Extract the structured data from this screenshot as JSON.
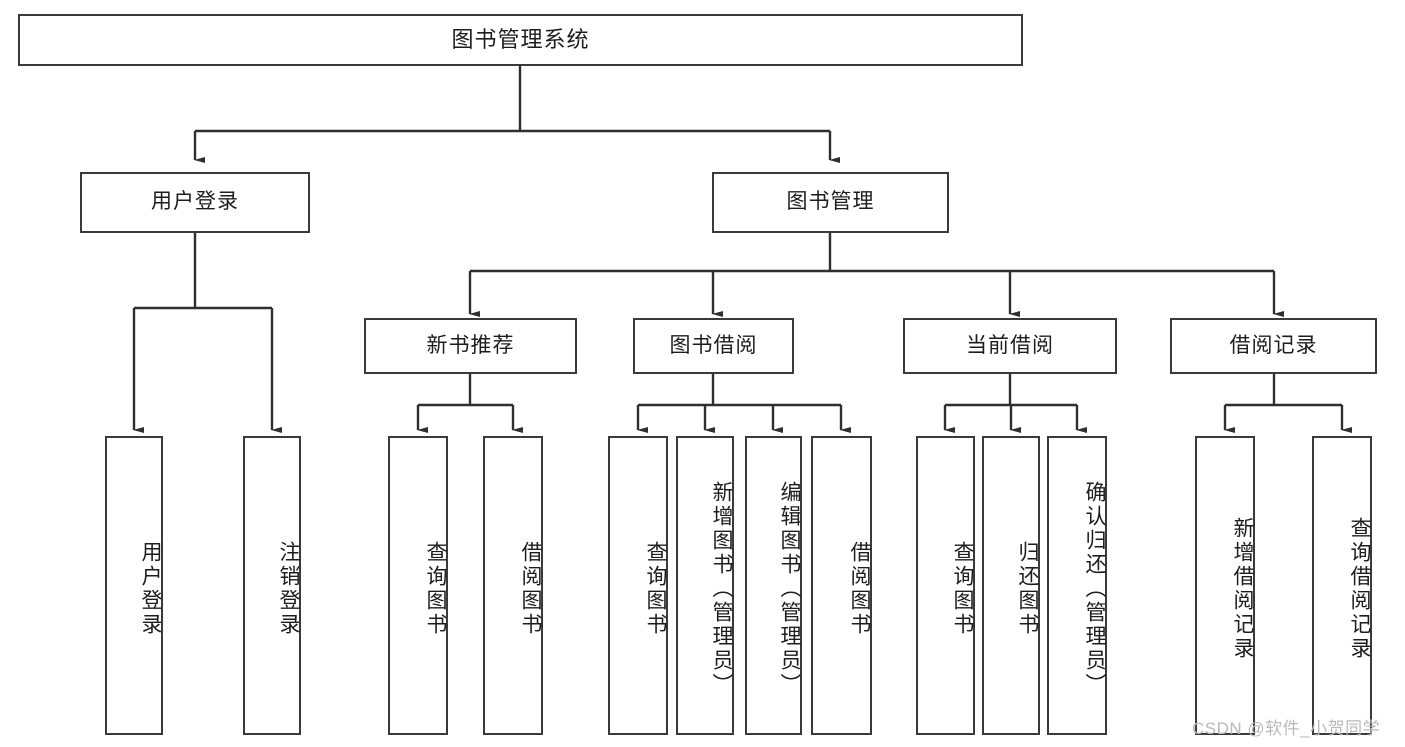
{
  "diagram": {
    "type": "tree-hierarchy-flowchart",
    "title": "图书管理系统",
    "root": {
      "label": "图书管理系统"
    },
    "level2": [
      {
        "label": "用户登录"
      },
      {
        "label": "图书管理"
      }
    ],
    "level3": [
      {
        "label": "新书推荐"
      },
      {
        "label": "图书借阅"
      },
      {
        "label": "当前借阅"
      },
      {
        "label": "借阅记录"
      }
    ],
    "leaves": {
      "user_login": [
        {
          "label": "用户登录"
        },
        {
          "label": "注销登录"
        }
      ],
      "new_book_recommend": [
        {
          "label": "查询图书"
        },
        {
          "label": "借阅图书"
        }
      ],
      "book_borrow": [
        {
          "label": "查询图书"
        },
        {
          "label": "新增图书（管理员）"
        },
        {
          "label": "编辑图书（管理员）"
        },
        {
          "label": "借阅图书"
        }
      ],
      "current_borrow": [
        {
          "label": "查询图书"
        },
        {
          "label": "归还图书"
        },
        {
          "label": "确认归还（管理员）"
        }
      ],
      "borrow_record": [
        {
          "label": "新增借阅记录"
        },
        {
          "label": "查询借阅记录"
        }
      ]
    }
  },
  "watermark": {
    "text": "CSDN @软件_小贺同学"
  },
  "colors": {
    "stroke": "#3a3a3a",
    "background": "#ffffff",
    "text": "#1d1d1d",
    "watermark": "#b9b9b9"
  }
}
